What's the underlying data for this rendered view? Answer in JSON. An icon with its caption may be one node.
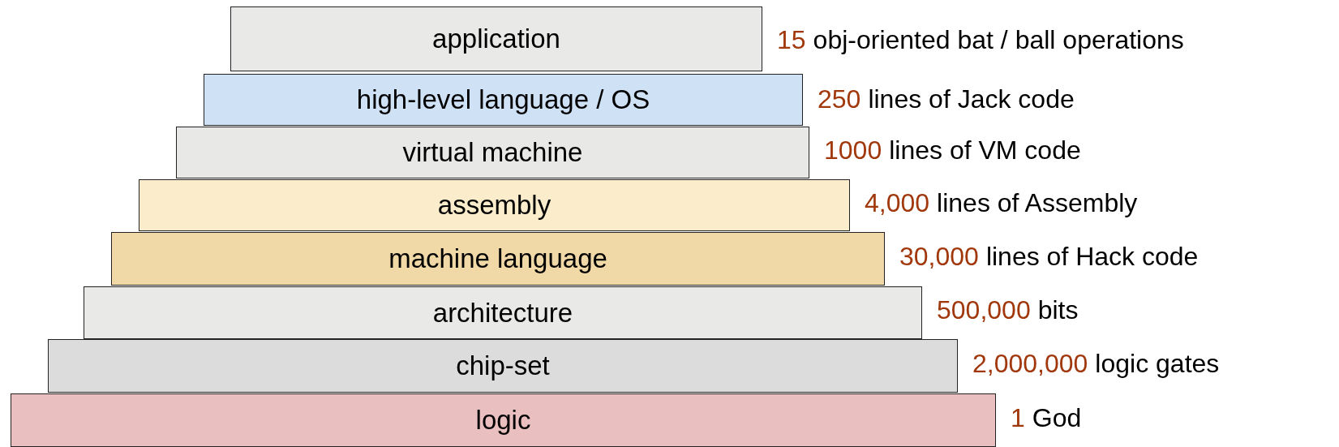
{
  "diagram": {
    "nodes": [
      {
        "text": [
          "application"
        ],
        "beside": [
          "15",
          "obj-oriented bat / ball operations"
        ]
      },
      {
        "text": [
          "high-level language / OS"
        ],
        "beside": [
          "250",
          "lines of Jack code"
        ]
      },
      {
        "text": [
          "virtual machine"
        ],
        "beside": [
          "1000",
          "lines of VM code"
        ]
      },
      {
        "text": [
          "assembly"
        ],
        "beside": [
          "4,000",
          "lines of Assembly"
        ]
      },
      {
        "text": [
          "machine language"
        ],
        "beside": [
          "30,000",
          "lines of Hack code"
        ]
      },
      {
        "text": [
          "architecture"
        ],
        "beside": [
          "500,000",
          "bits"
        ]
      },
      {
        "text": [
          "chip-set"
        ],
        "beside": [
          "2,000,000",
          "logic gates"
        ]
      },
      {
        "text": [
          "logic"
        ],
        "beside": [
          "1",
          "God"
        ]
      }
    ]
  }
}
